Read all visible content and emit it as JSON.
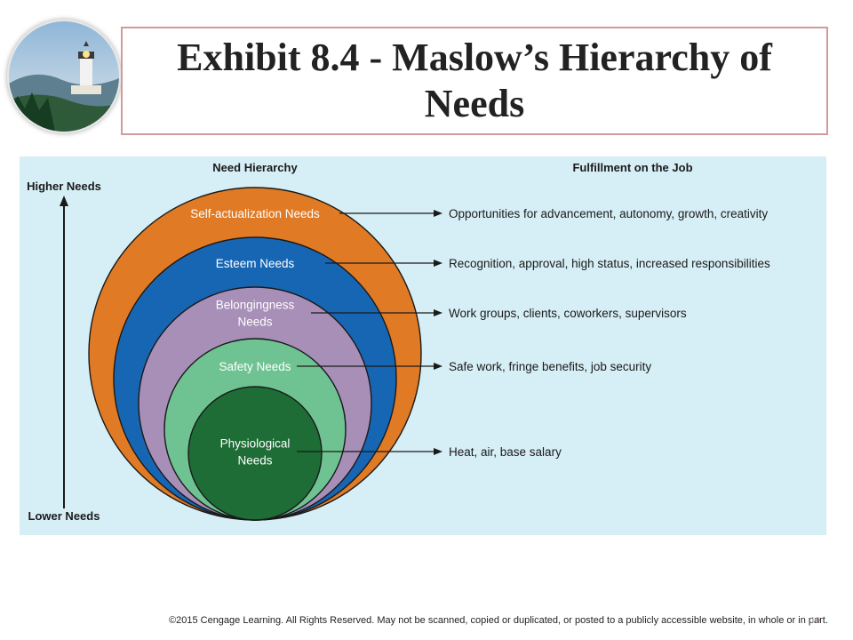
{
  "title": "Exhibit 8.4 - Maslow’s Hierarchy of Needs",
  "diagram": {
    "left_header": "Need Hierarchy",
    "right_header": "Fulfillment on the Job",
    "higher_label": "Higher Needs",
    "lower_label": "Lower Needs",
    "levels": [
      {
        "name_lines": [
          "Self-actualization Needs"
        ],
        "fulfillment": "Opportunities for advancement, autonomy, growth, creativity",
        "color": "#e07a24"
      },
      {
        "name_lines": [
          "Esteem Needs"
        ],
        "fulfillment": "Recognition, approval, high status, increased responsibilities",
        "color": "#1766b4"
      },
      {
        "name_lines": [
          "Belongingness",
          "Needs"
        ],
        "fulfillment": "Work groups, clients, coworkers, supervisors",
        "color": "#a78fb8"
      },
      {
        "name_lines": [
          "Safety Needs"
        ],
        "fulfillment": "Safe work, fringe benefits, job security",
        "color": "#6fc392"
      },
      {
        "name_lines": [
          "Physiological",
          "Needs"
        ],
        "fulfillment": "Heat, air, base salary",
        "color": "#1e6d36"
      }
    ]
  },
  "footer": {
    "copyright": "©2015 Cengage Learning. All Rights Reserved. May not be scanned, copied or duplicated, or posted to a publicly accessible website, in whole or in part.",
    "page_number": "10"
  }
}
